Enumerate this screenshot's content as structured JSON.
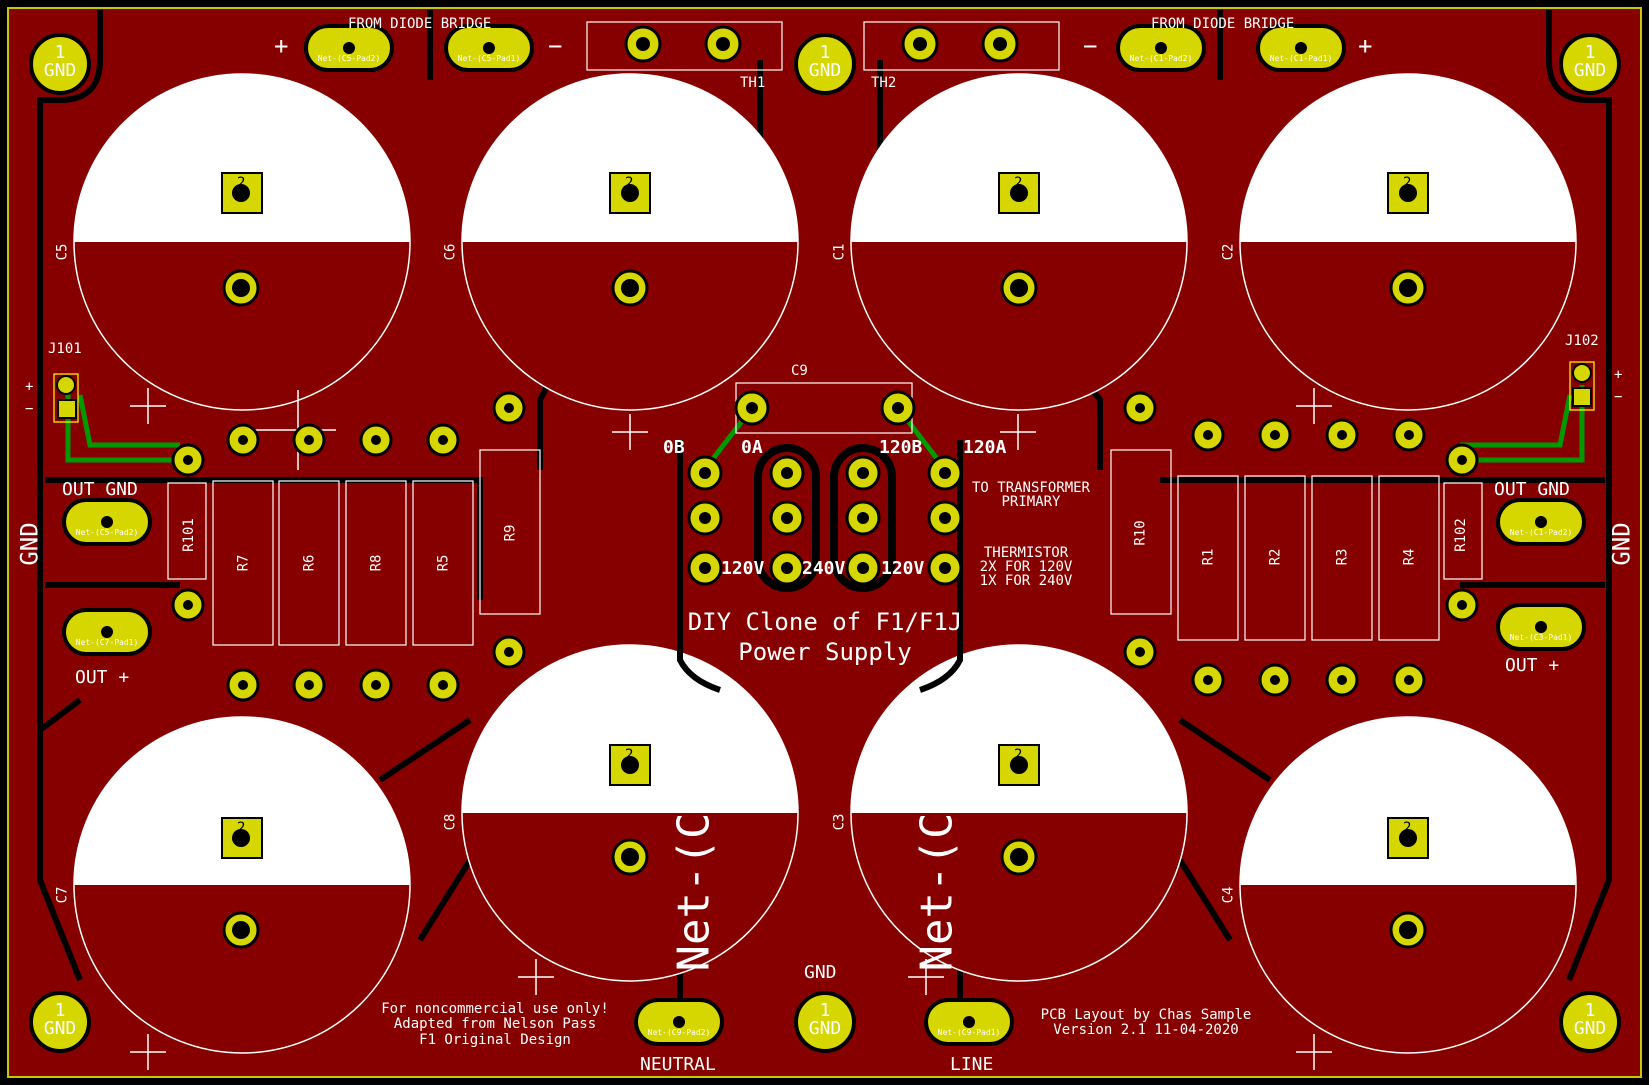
{
  "board": {
    "colors": {
      "background": "#000000",
      "copper": "#870000",
      "pad": "#d6d600",
      "silk": "#ffffff",
      "trace_green": "#009a00",
      "outline": "#cccc00"
    }
  },
  "labels": {
    "from_diode_bridge": "FROM DIODE BRIDGE",
    "plus": "+",
    "minus": "−",
    "gnd": "GND",
    "th1": "TH1",
    "th2": "TH2",
    "c9": "C9",
    "j101": "J101",
    "j102": "J102",
    "out_gnd": "OUT GND",
    "out_plus": "OUT +",
    "tap_0b": "0B",
    "tap_0a": "0A",
    "tap_120b": "120B",
    "tap_120a": "120A",
    "v120": "120V",
    "v240": "240V",
    "to_transformer": "TO TRANSFORMER",
    "primary": "PRIMARY",
    "thermistor": "THERMISTOR",
    "therm_120": "2X FOR 120V",
    "therm_240": "1X FOR 240V",
    "title_line1": "DIY Clone of F1/F1J",
    "title_line2": "Power Supply",
    "neutral": "NEUTRAL",
    "line": "LINE",
    "net_label": "Net-(C",
    "credit_line1": "For noncommercial use only!",
    "credit_line2": "Adapted from Nelson Pass",
    "credit_line3": "F1 Original Design",
    "layout_line1": "PCB Layout by Chas Sample",
    "layout_line2": "Version 2.1 11-04-2020",
    "pad1": "1",
    "pad2": "2"
  },
  "capacitors": [
    "C5",
    "C6",
    "C1",
    "C2",
    "C7",
    "C8",
    "C3",
    "C4"
  ],
  "resistors": [
    "R101",
    "R7",
    "R6",
    "R8",
    "R5",
    "R9",
    "R10",
    "R1",
    "R2",
    "R3",
    "R4",
    "R102"
  ],
  "pad_nets": {
    "c5_pad2": "Net-(C5-Pad2)",
    "c5_pad1": "Net-(C5-Pad1)",
    "c1_pad2": "Net-(C1-Pad2)",
    "c1_pad1": "Net-(C1-Pad1)",
    "c7_pad1": "Net-(C7-Pad1)",
    "c3_pad1": "Net-(C3-Pad1)",
    "c9_pad2": "Net-(C9-Pad2)",
    "c9_pad1": "Net-(C9-Pad1)"
  }
}
